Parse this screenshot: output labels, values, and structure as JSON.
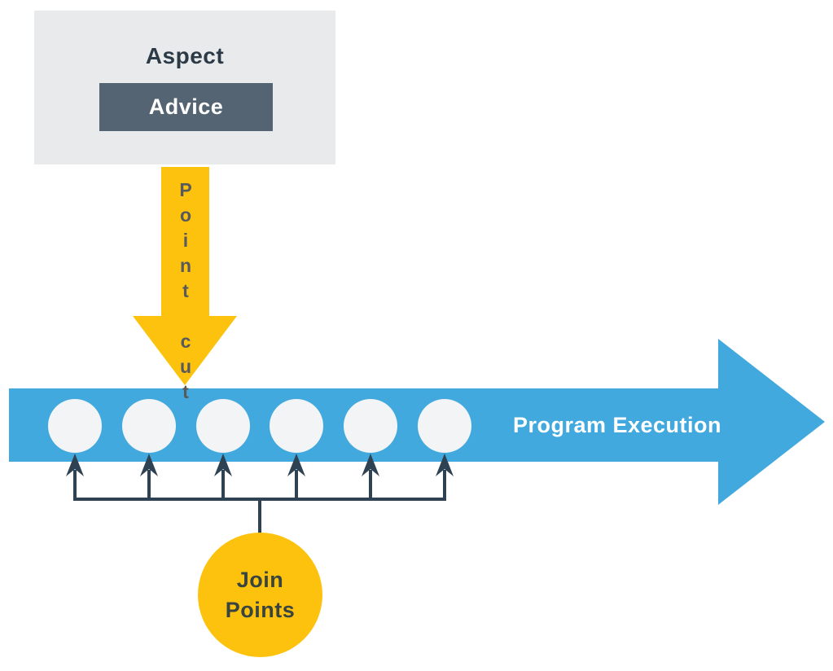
{
  "diagram": {
    "aspect": {
      "title": "Aspect",
      "advice_label": "Advice"
    },
    "pointcut": {
      "label": "Point cut"
    },
    "execution": {
      "label": "Program Execution"
    },
    "join_points": {
      "lines": [
        "Join",
        "Points"
      ],
      "circle_count": 6
    }
  },
  "colors": {
    "yellow": "#fcc20e",
    "blue": "#41a9de",
    "slate_box": "#546472",
    "panel_gray": "#e9eaec",
    "line_dark": "#2f4254",
    "circle_fill": "#f2f4f5",
    "title_navy": "#2c3a47",
    "pointcut_text": "#58595b",
    "join_text": "#3a443f"
  }
}
